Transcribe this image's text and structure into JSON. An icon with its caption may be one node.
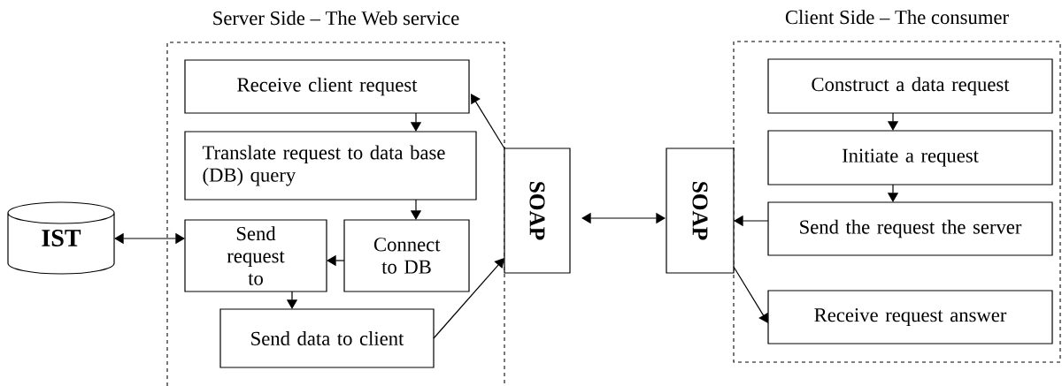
{
  "diagram": {
    "nodes": [
      {
        "text": [
          "Server Side – The Web service"
        ]
      },
      {
        "text": [
          "Receive client request"
        ],
        "in": 0
      },
      {
        "text": [
          "Translate request to data base (DB) query"
        ],
        "in": 0
      },
      {
        "text": [
          "Send request to"
        ],
        "in": 0
      },
      {
        "text": [
          "Connect to DB"
        ],
        "in": 0
      },
      {
        "text": [
          "Send data to client"
        ],
        "in": 0
      },
      {
        "text": [
          "IST"
        ]
      },
      {
        "text": [
          "SOAP"
        ]
      },
      {
        "text": [
          "Client Side – The consumer"
        ]
      },
      {
        "text": [
          "SOAP"
        ]
      },
      {
        "text": [
          "Construct a data request"
        ],
        "in": 8
      },
      {
        "text": [
          "Initiate a request"
        ],
        "in": 8
      },
      {
        "text": [
          "Send the request the server"
        ],
        "in": 8
      },
      {
        "text": [
          "Receive request answer"
        ],
        "in": 8
      }
    ],
    "edges": [
      {
        "from": 1,
        "to": 2,
        "arrow": "to"
      },
      {
        "from": 2,
        "to": 4,
        "arrow": "to"
      },
      {
        "from": 4,
        "to": 3,
        "arrow": "to"
      },
      {
        "from": 3,
        "to": 5,
        "arrow": "to"
      },
      {
        "from": 6,
        "to": 3,
        "arrow": "both"
      },
      {
        "from": 7,
        "to": 1,
        "arrow": "to"
      },
      {
        "from": 5,
        "to": 7,
        "arrow": "to"
      },
      {
        "from": 7,
        "to": 9,
        "arrow": "both"
      },
      {
        "from": 10,
        "to": 11,
        "arrow": "to"
      },
      {
        "from": 11,
        "to": 12,
        "arrow": "to"
      },
      {
        "from": 12,
        "to": 9,
        "arrow": "to"
      },
      {
        "from": 9,
        "to": 13,
        "arrow": "to"
      }
    ]
  }
}
